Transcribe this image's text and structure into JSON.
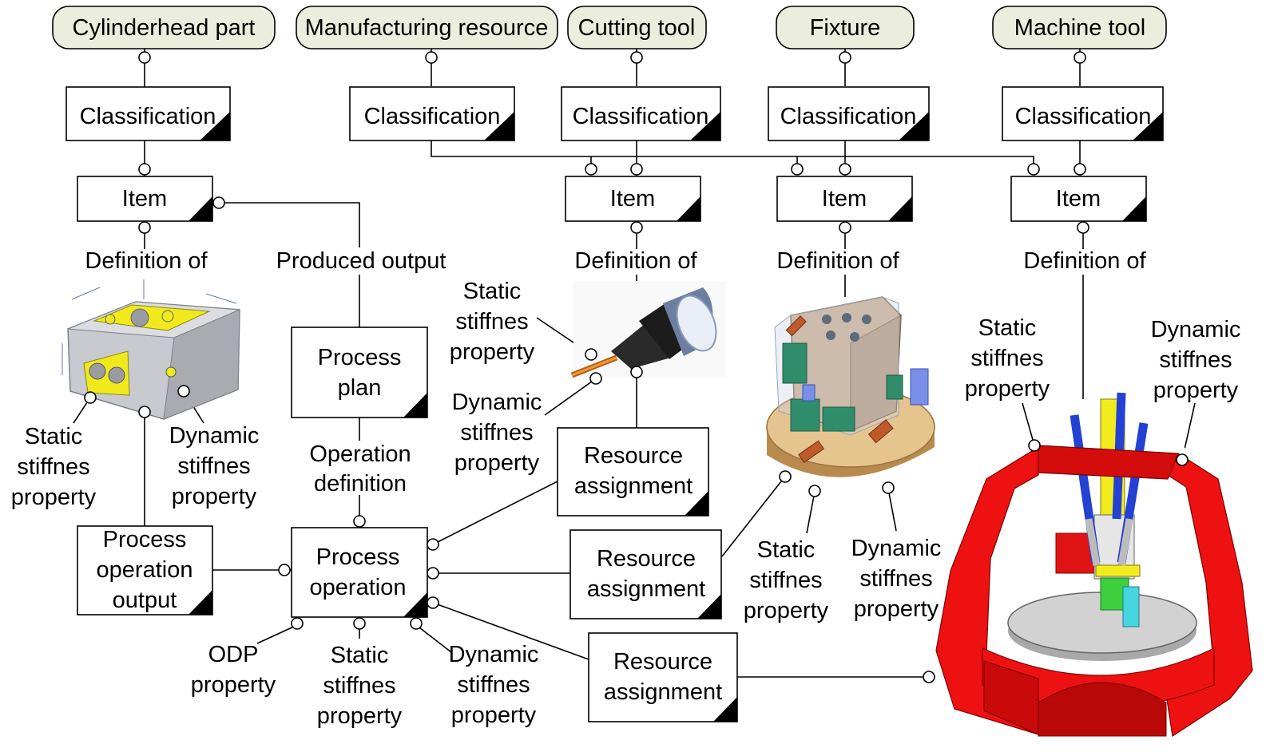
{
  "colors": {
    "entity_fill": "#eceedd",
    "box_fill": "#ffffff",
    "line": "#000000",
    "machine_red": "#ee1111",
    "tool_blue": "#1a3fd0",
    "yellow": "#f3ee22",
    "part_grey": "#c6c8cc",
    "fixture_brass": "#d8b078"
  },
  "entities": {
    "cylinderhead": "Cylinderhead part",
    "manufacturing_resource": "Manufacturing resource",
    "cutting_tool": "Cutting tool",
    "fixture": "Fixture",
    "machine_tool": "Machine tool"
  },
  "boxes": {
    "classification": "Classification",
    "item": "Item",
    "process_plan": [
      "Process",
      "plan"
    ],
    "process_operation": [
      "Process",
      "operation"
    ],
    "process_operation_output": [
      "Process",
      "operation",
      "output"
    ],
    "resource_assignment": [
      "Resource",
      "assignment"
    ]
  },
  "labels": {
    "definition_of": "Definition of",
    "produced_output": "Produced output",
    "operation_definition": [
      "Operation",
      "definition"
    ],
    "static_stiffness": [
      "Static",
      "stiffnes",
      "property"
    ],
    "dynamic_stiffness": [
      "Dynamic",
      "stiffnes",
      "property"
    ],
    "odp_property": [
      "ODP",
      "property"
    ]
  },
  "icons": [
    "cylinderhead-image",
    "cutting-tool-image",
    "fixture-image",
    "machine-tool-image"
  ]
}
